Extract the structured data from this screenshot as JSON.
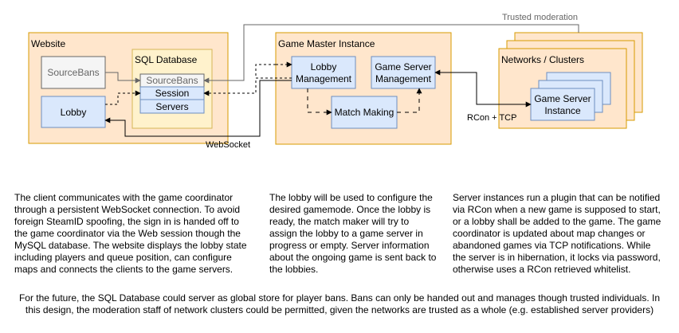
{
  "colors": {
    "container_fill": "#ffe6cc",
    "container_stroke": "#d79b00",
    "db_fill": "#fff2cc",
    "db_stroke": "#d6b656",
    "node_fill": "#dae8fc",
    "node_stroke": "#6c8ebf",
    "gray_fill": "#f5f5f5",
    "gray_stroke": "#666666"
  },
  "website": {
    "title": "Website",
    "sourcebans": "SourceBans",
    "lobby": "Lobby"
  },
  "database": {
    "title": "SQL Database",
    "rows": [
      "SourceBans",
      "Session",
      "Servers"
    ]
  },
  "game_master": {
    "title": "Game Master Instance",
    "lobby_management": [
      "Lobby",
      "Management"
    ],
    "server_management": [
      "Game Server",
      "Management"
    ],
    "match_making": "Match Making"
  },
  "networks": {
    "title": "Networks / Clusters",
    "instance": [
      "Game Server",
      "Instance"
    ]
  },
  "edge_labels": {
    "trusted": "Trusted moderation",
    "websocket": "WebSocket",
    "rcon": "RCon + TCP"
  },
  "descriptions": {
    "client": "The client communicates with the game coordinator through a persistent WebSocket connection. To avoid foreign SteamID spoofing, the sign in is handed off to the game coordinator via the Web session though the MySQL database. The website displays the lobby state including players and queue position, can configure maps and connects the clients to the game servers.",
    "lobby": "The lobby will be used to configure the desired gamemode. Once the lobby is ready, the match maker will try to assign the lobby to a game server in progress or empty. Server information about the ongoing game is sent back to the lobbies.",
    "server": "Server instances run a plugin that can be notified via RCon when a new game is supposed to start, or a lobby shall be added to the game. The game coordinator is updated about map changes or abandoned games via TCP notifications. While the server is in hibernation, it locks via password, otherwise uses a RCon retrieved whitelist.",
    "future": "For the future, the SQL Database could server as global store for player bans. Bans can only be handed out and manages though trusted individuals. In this design, the moderation staff of network clusters could be permitted, given the networks are trusted as a whole (e.g. established server providers)"
  }
}
